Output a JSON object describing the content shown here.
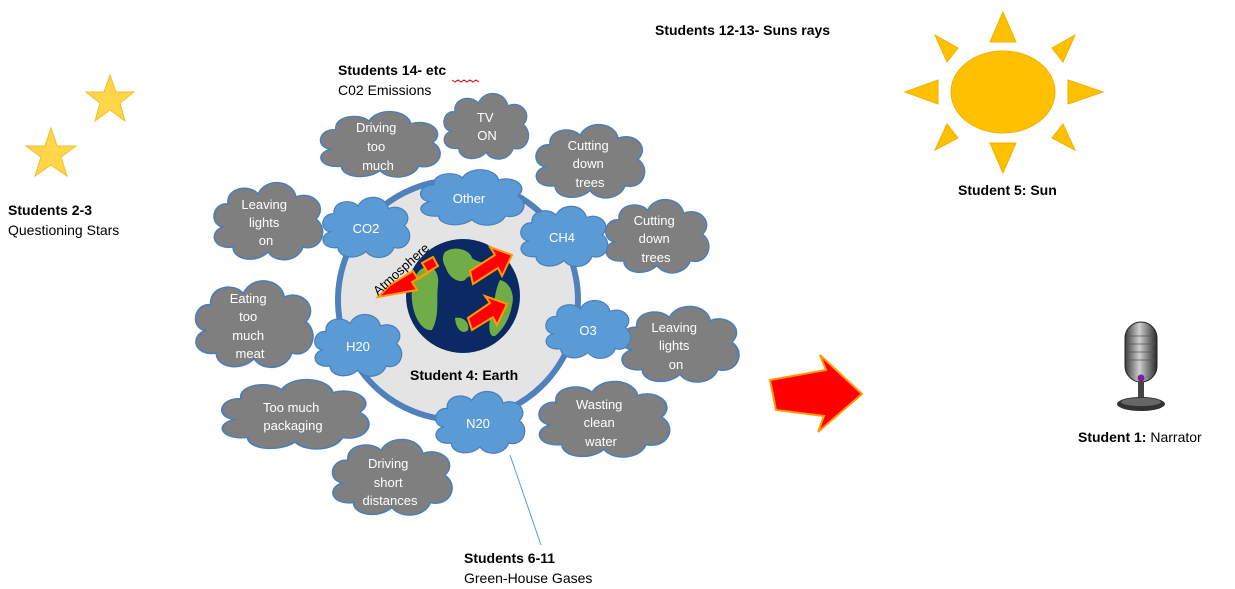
{
  "labels": {
    "suns_rays": "Students 12-13- Suns rays",
    "students14_title": "Students 14- etc",
    "students14_sub": "C02 Emissions",
    "stars_title": "Students 2-3",
    "stars_sub": "Questioning Stars",
    "sun_label": "Student 5:  Sun",
    "earth_label": "Student 4: Earth",
    "atmosphere": "Atmosphere",
    "gases_title": "Students 6-11",
    "gases_sub": "Green-House Gases",
    "narrator_bold": "Student 1:",
    "narrator_rest": " Narrator"
  },
  "gases": {
    "co2": "CO2",
    "other": "Other",
    "ch4": "CH4",
    "o3": "O3",
    "n20": "N20",
    "h20": "H20"
  },
  "emissions": [
    {
      "key": "driving_too_much",
      "lines": [
        "Driving",
        "too",
        "much"
      ]
    },
    {
      "key": "tv_on",
      "lines": [
        "TV",
        "ON"
      ]
    },
    {
      "key": "cutting_down_trees_1",
      "lines": [
        "Cutting",
        "down",
        "trees"
      ]
    },
    {
      "key": "cutting_down_trees_2",
      "lines": [
        "Cutting",
        "down",
        "trees"
      ]
    },
    {
      "key": "leaving_lights_on_left",
      "lines": [
        "Leaving",
        "lights",
        "on"
      ]
    },
    {
      "key": "leaving_lights_on_right",
      "lines": [
        "Leaving",
        "lights",
        "on"
      ]
    },
    {
      "key": "eating_too_much_meat",
      "lines": [
        "Eating",
        "too",
        "much",
        "meat"
      ]
    },
    {
      "key": "too_much_packaging",
      "lines": [
        "Too much",
        "packaging"
      ]
    },
    {
      "key": "wasting_clean_water",
      "lines": [
        "Wasting",
        "clean",
        "water"
      ]
    },
    {
      "key": "driving_short_distances",
      "lines": [
        "Driving",
        "short",
        "distances"
      ]
    }
  ],
  "colors": {
    "grey_cloud": "#7f7f7f",
    "blue_cloud": "#5b9bd5",
    "cloud_outline": "#4a7ebb",
    "sun": "#ffc000",
    "star": "#ffd54a",
    "earth_ocean": "#0b2a63",
    "land": "#70ad47",
    "arrow_red": "#ff0000",
    "arrow_orange": "#ff9900",
    "atmosphere_ring": "#4f81bd",
    "atmosphere_fill": "#e4e4e4"
  }
}
